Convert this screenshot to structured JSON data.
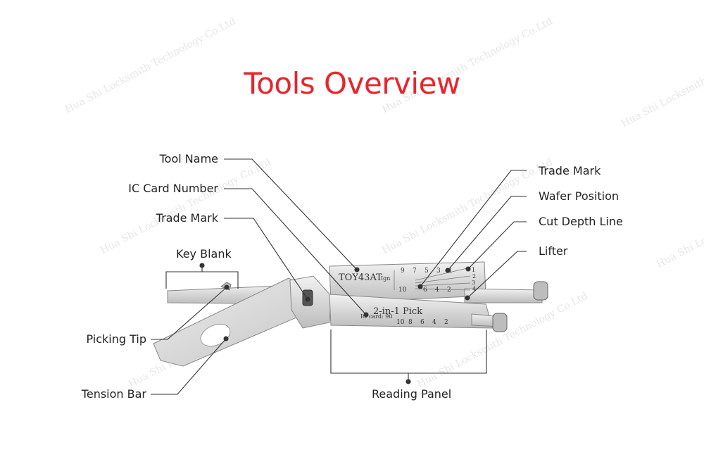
{
  "title": "Tools Overview",
  "colors": {
    "title": "#e8252b",
    "line": "#333333",
    "tool_metal": "#dcdcdc"
  },
  "labels": {
    "tool_name": "Tool Name",
    "ic_card_number": "IC Card Number",
    "trade_mark_left": "Trade Mark",
    "key_blank": "Key Blank",
    "picking_tip": "Picking Tip",
    "tension_bar": "Tension Bar",
    "trade_mark_right": "Trade Mark",
    "wafer_position": "Wafer Position",
    "cut_depth_line": "Cut Depth Line",
    "lifter": "Lifter",
    "reading_panel": "Reading Panel"
  },
  "tool_markings": {
    "name": "TOY43AT",
    "name_suffix": "Ign",
    "subtitle": "2-in-1 Pick",
    "ic_card": "IC card: 90",
    "top_numbers": [
      "9",
      "7",
      "5",
      "3",
      "1"
    ],
    "depth_numbers": [
      "1",
      "2",
      "3",
      "4"
    ],
    "mid_numbers": [
      "10",
      "6",
      "4",
      "2"
    ],
    "bottom_numbers": [
      "10",
      "8",
      "6",
      "4",
      "2"
    ]
  },
  "watermark": {
    "en": "Hua Shi Locksmith Technology Co.Ltd"
  }
}
